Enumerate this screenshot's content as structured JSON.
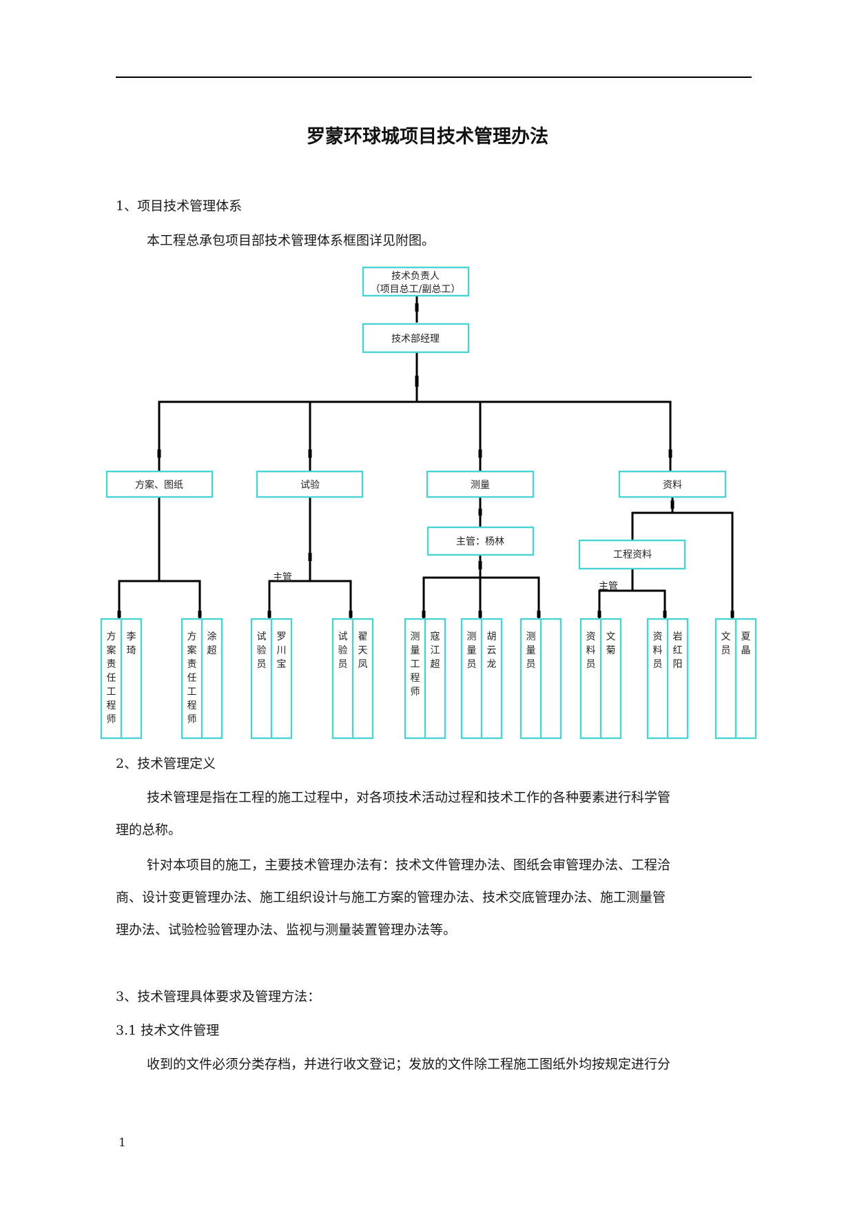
{
  "document": {
    "title": "罗蒙环球城项目技术管理办法",
    "page_number": "1"
  },
  "sections": {
    "s1_heading": "1、项目技术管理体系",
    "s1_text": "本工程总承包项目部技术管理体系框图详见附图。",
    "s2_heading": "2、技术管理定义",
    "s2_p1_line1": "技术管理是指在工程的施工过程中，对各项技术活动过程和技术工作的各种要素进行科学管",
    "s2_p1_line2": "理的总称。",
    "s2_p2_line1": "针对本项目的施工，主要技术管理办法有：技术文件管理办法、图纸会审管理办法、工程洽",
    "s2_p2_line2": "商、设计变更管理办法、施工组织设计与施工方案的管理办法、技术交底管理办法、施工测量管",
    "s2_p2_line3": "理办法、试验检验管理办法、监视与测量装置管理办法等。",
    "s3_heading": "3、技术管理具体要求及管理方法：",
    "s31_heading": "3.1 技术文件管理",
    "s31_text": "收到的文件必须分类存档，并进行收文登记；发放的文件除工程施工图纸外均按规定进行分"
  },
  "org_chart": {
    "colors": {
      "box_border": "#49d3d3",
      "line": "#000000"
    },
    "top": {
      "line1": "技术负责人",
      "line2": "（项目总工/副总工）"
    },
    "manager": "技术部经理",
    "categories": [
      "方案、图纸",
      "试验",
      "测量",
      "资料"
    ],
    "sub_measure": "主管：杨林",
    "sub_docs": "工程资料",
    "supervisor_labels": [
      "主管",
      "主管"
    ],
    "people": [
      {
        "role": "方案责任工程师",
        "name": "李琦"
      },
      {
        "role": "方案责任工程师",
        "name": "涂超"
      },
      {
        "role": "试验员",
        "name": "罗川宝"
      },
      {
        "role": "试验员",
        "name": "翟天凤"
      },
      {
        "role": "测量工程师",
        "name": "寇江超"
      },
      {
        "role": "测量员",
        "name": "胡云龙"
      },
      {
        "role": "测量员",
        "name": ""
      },
      {
        "role": "资料员",
        "name": "文菊"
      },
      {
        "role": "资料员",
        "name": "岩红阳"
      },
      {
        "role": "文员",
        "name": "夏晶"
      }
    ]
  }
}
